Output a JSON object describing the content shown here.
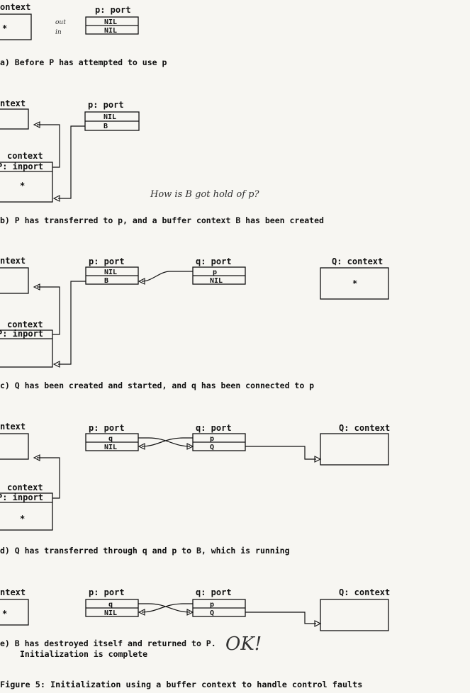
{
  "panel_a": {
    "context_label": "ontext",
    "port_label": "p: port",
    "cell_out": "NIL",
    "cell_in": "NIL",
    "star": "*",
    "hand_out": "out",
    "hand_in": "in",
    "caption": "a) Before P has attempted to use p"
  },
  "panel_b": {
    "context_label": "ntext",
    "port_label": "p: port",
    "cell_out": "NIL",
    "cell_in": "B",
    "context2_label": "context",
    "inport_label": "P: inport",
    "star": "*",
    "hand_note": "How is B got hold of p?",
    "caption": "b) P has transferred to p, and a buffer context B has been created"
  },
  "panel_c": {
    "context_label": "ntext",
    "p_port_label": "p: port",
    "p_cell_out": "NIL",
    "p_cell_in": "B",
    "q_port_label": "q: port",
    "q_cell_out": "p",
    "q_cell_in": "NIL",
    "q_context_label": "Q: context",
    "q_star": "*",
    "context2_label": "context",
    "inport_label": "P: inport",
    "caption": "c) Q has been created and started, and q has been connected to p"
  },
  "panel_d": {
    "context_label": "ntext",
    "p_port_label": "p: port",
    "p_cell_out": "q",
    "p_cell_in": "NIL",
    "q_port_label": "q: port",
    "q_cell_out": "p",
    "q_cell_in": "Q",
    "q_context_label": "Q: context",
    "context2_label": "context",
    "inport_label": "P: inport",
    "star": "*",
    "caption": "d) Q has transferred through q and p to B, which is running"
  },
  "panel_e": {
    "context_label": "ntext",
    "p_port_label": "p: port",
    "p_cell_out": "q",
    "p_cell_in": "NIL",
    "q_port_label": "q: port",
    "q_cell_out": "p",
    "q_cell_in": "Q",
    "q_context_label": "Q: context",
    "star": "*",
    "caption_line1": "e) B has destroyed itself and returned to P.",
    "caption_line2": "Initialization is complete",
    "hand_note": "OK!"
  },
  "figure_caption": "Figure 5: Initialization using a buffer context to handle control faults"
}
